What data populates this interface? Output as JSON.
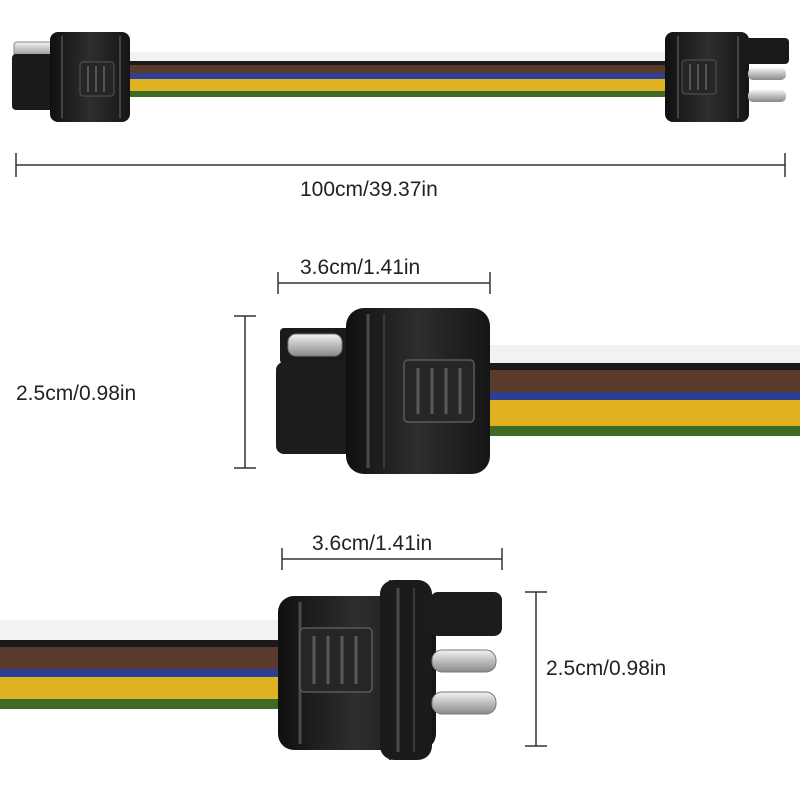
{
  "product": {
    "wire_colors": [
      "#f2f2f2",
      "#1a1a1a",
      "#5a3a2a",
      "#2c3f95",
      "#e0b222",
      "#3f6a26"
    ],
    "housing_color": "#1f1f1f",
    "pin_color": "#c8c8c8"
  },
  "dimensions": {
    "overall_length": "100cm/39.37in",
    "female_width": "3.6cm/1.41in",
    "female_height": "2.5cm/0.98in",
    "male_width": "3.6cm/1.41in",
    "male_height": "2.5cm/0.98in"
  }
}
